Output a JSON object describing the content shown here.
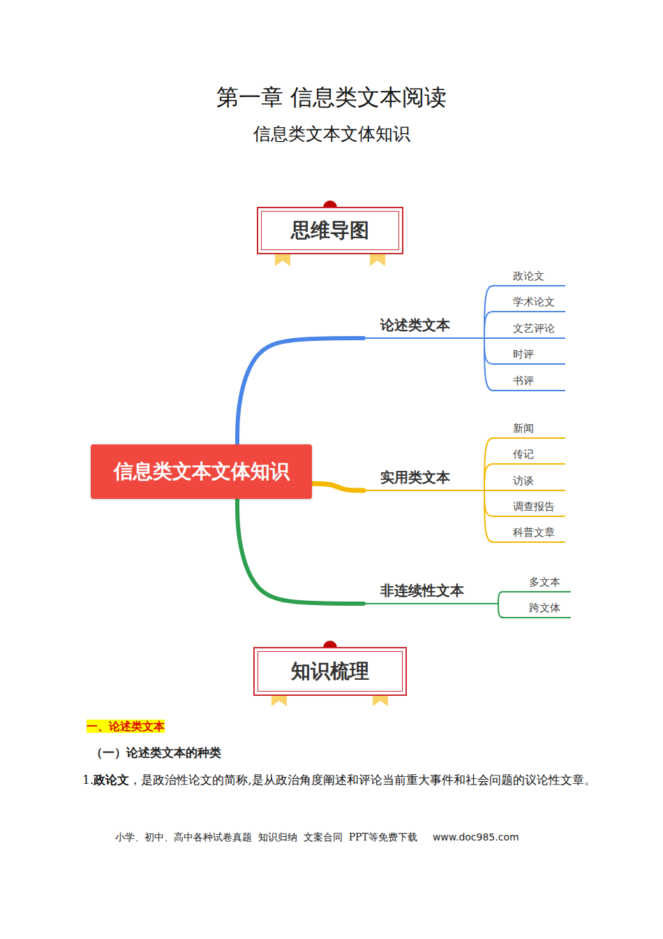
{
  "diagram": {
    "title": "第一章 信息类文本阅读",
    "nodes": [
      {
        "text": [
          "思维导图"
        ]
      },
      {
        "text": [
          "信息类文本文体知识"
        ]
      },
      {
        "text": [
          "论述类文本"
        ]
      },
      {
        "text": [
          "政论文"
        ]
      },
      {
        "text": [
          "学术论文"
        ]
      },
      {
        "text": [
          "文艺评论"
        ]
      },
      {
        "text": [
          "时评"
        ]
      },
      {
        "text": [
          "书评"
        ]
      },
      {
        "text": [
          "实用类文本"
        ]
      },
      {
        "text": [
          "新闻"
        ]
      },
      {
        "text": [
          "传记"
        ]
      },
      {
        "text": [
          "访谈"
        ]
      },
      {
        "text": [
          "调查报告"
        ]
      },
      {
        "text": [
          "科普文章"
        ]
      },
      {
        "text": [
          "非连续性文本"
        ]
      },
      {
        "text": [
          "多文本"
        ]
      },
      {
        "text": [
          "跨文体"
        ]
      },
      {
        "text": [
          "知识梳理"
        ]
      }
    ],
    "edges": [
      {
        "from": 1,
        "to": 2,
        "arrow": "none"
      },
      {
        "from": 2,
        "to": 3,
        "arrow": "none"
      },
      {
        "from": 2,
        "to": 4,
        "arrow": "none"
      },
      {
        "from": 2,
        "to": 5,
        "arrow": "none"
      },
      {
        "from": 2,
        "to": 6,
        "arrow": "none"
      },
      {
        "from": 2,
        "to": 7,
        "arrow": "none"
      },
      {
        "from": 1,
        "to": 8,
        "arrow": "none"
      },
      {
        "from": 8,
        "to": 9,
        "arrow": "none"
      },
      {
        "from": 8,
        "to": 10,
        "arrow": "none"
      },
      {
        "from": 8,
        "to": 11,
        "arrow": "none"
      },
      {
        "from": 8,
        "to": 12,
        "arrow": "none"
      },
      {
        "from": 8,
        "to": 13,
        "arrow": "none"
      },
      {
        "from": 1,
        "to": 14,
        "arrow": "none"
      },
      {
        "from": 14,
        "to": 15,
        "arrow": "none"
      },
      {
        "from": 14,
        "to": 16,
        "arrow": "none"
      }
    ],
    "labels": [
      "信息类文本文体知识",
      "一、论述类文本",
      "（一）论述类文本的种类",
      "1.",
      "政论文",
      "，是政治性论文的简称,是从政治角度阐述和评论当前重大事件和社会问题的议论性文章。",
      "小学、初中、高中各种试卷真题  知识归纳  文案合同  PPT等免费下载",
      "www.doc985.com"
    ]
  }
}
